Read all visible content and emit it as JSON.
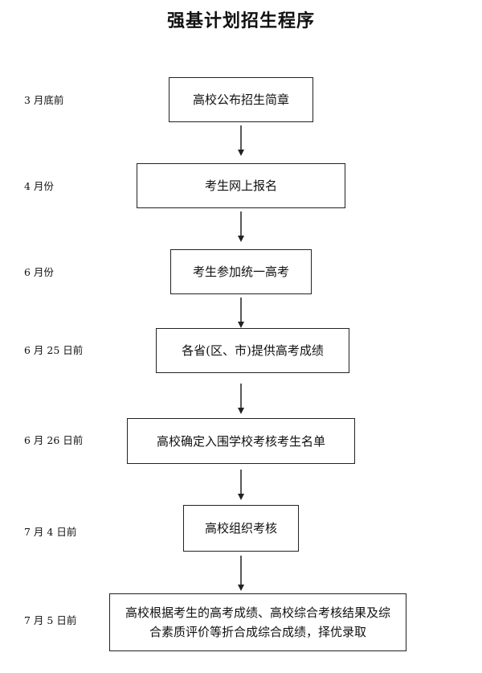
{
  "title": "强基计划招生程序",
  "steps": [
    {
      "time": "3 月底前",
      "text": "高校公布招生简章"
    },
    {
      "time": "4 月份",
      "text": "考生网上报名"
    },
    {
      "time": "6 月份",
      "text": "考生参加统一高考"
    },
    {
      "time": "6 月 25 日前",
      "text": "各省(区、市)提供高考成绩"
    },
    {
      "time": "6 月 26 日前",
      "text": "高校确定入围学校考核考生名单"
    },
    {
      "time": "7 月 4 日前",
      "text": "高校组织考核"
    },
    {
      "time": "7 月 5 日前",
      "text": "高校根据考生的高考成绩、高校综合考核结果及综合素质评价等折合成综合成绩，择优录取"
    }
  ]
}
